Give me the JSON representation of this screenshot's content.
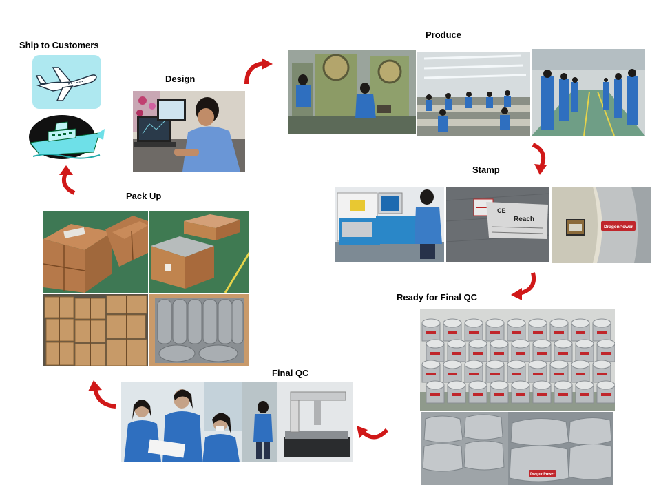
{
  "steps": {
    "ship": "Ship to Customers",
    "design": "Design",
    "produce": "Produce",
    "stamp": "Stamp",
    "ready": "Ready for Final QC",
    "final_qc": "Final QC",
    "pack_up": "Pack Up"
  },
  "photo_text": {
    "ce_mark": "CE",
    "reach": "Reach",
    "brand": "DragonPower"
  },
  "colors": {
    "arrow_red": "#d01818",
    "uniform_blue": "#2f6fbf",
    "carton": "#b6794a",
    "factory_green": "#3f7a52",
    "jacket_grey": "#a9aeb4",
    "ship_sky": "#aee8f0"
  }
}
